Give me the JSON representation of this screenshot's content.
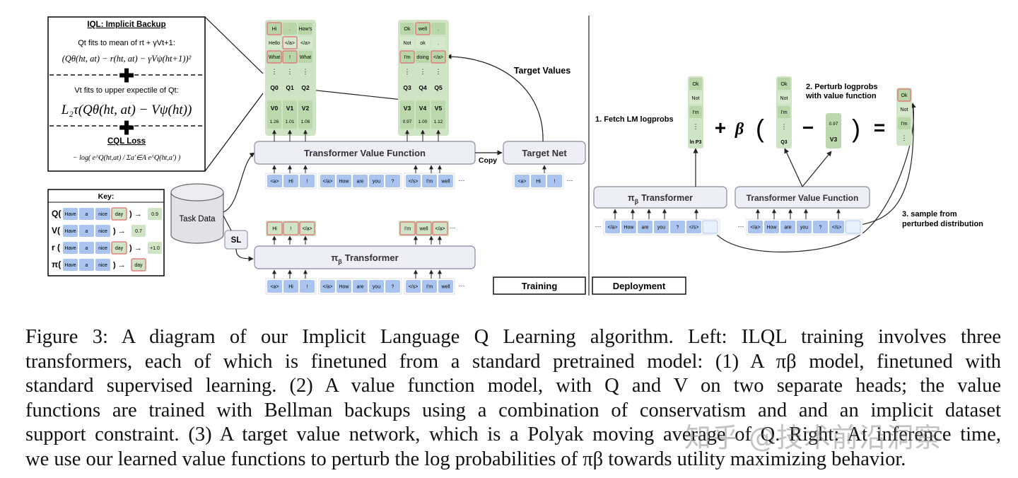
{
  "left_panel": {
    "iql_title": "IQL: Implicit Backup",
    "q_fit": "Qt fits to mean of rt + γVt+1:",
    "q_formula": "(Qθ(ht, at) − r(ht, at) − γVψ(ht+1))²",
    "v_fit": "Vt fits to upper expectile of Qt:",
    "v_formula": "L₂τ(Qθ(ht, at) − Vψ(ht))",
    "cql_title": "CQL Loss",
    "cql_formula": "− log( e^Q(ht,at) / Σa′∈A e^Q(ht,a′) )"
  },
  "key": {
    "title": "Key:",
    "rows": [
      {
        "label": "Q(",
        "tokens": [
          "Have",
          "a",
          "nice",
          "day"
        ],
        "arrow": ") →",
        "value": "0.9"
      },
      {
        "label": "V(",
        "tokens": [
          "Have",
          "a",
          "nice"
        ],
        "arrow": ") →",
        "value": "0.7"
      },
      {
        "label": "r (",
        "tokens": [
          "Have",
          "a",
          "nice",
          "day"
        ],
        "arrow": ") →",
        "value": "+1.0"
      },
      {
        "label": "π(",
        "tokens": [
          "Have",
          "a",
          "nice"
        ],
        "arrow": ") →",
        "value": "day"
      }
    ]
  },
  "training": {
    "task_data": "Task Data",
    "sl": "SL",
    "value_fn": "Transformer Value Function",
    "target_net": "Target Net",
    "copy": "Copy",
    "target_values": "Target Values",
    "policy_name": "Transformer",
    "policy_symbol": "π",
    "policy_sub": "β",
    "label": "Training",
    "q_cols_a": [
      [
        "Hi",
        "Hello",
        "What",
        "⋮",
        "Q0"
      ],
      [
        ".",
        "</a>",
        "!",
        "⋮",
        "Q1"
      ],
      [
        "How's",
        "</a>",
        "What",
        "⋮",
        "Q2"
      ]
    ],
    "q_cols_b": [
      [
        "Ok",
        "Not",
        "I'm",
        "⋮",
        "Q3"
      ],
      [
        "well",
        "ok",
        "doing",
        "⋮",
        "Q4"
      ],
      [
        ".",
        ".",
        "</a>",
        "⋮",
        "Q5"
      ]
    ],
    "v_labels_a": [
      "V0",
      "V1",
      "V2"
    ],
    "v_values_a": [
      "1.26",
      "1.01",
      "1.06"
    ],
    "v_labels_b": [
      "V3",
      "V4",
      "V5"
    ],
    "v_values_b": [
      "0.97",
      "1.00",
      "1.12"
    ],
    "input_tokens": [
      [
        "<a>",
        "Hi",
        "!"
      ],
      [
        "</a>",
        "How",
        "are",
        "you",
        "?"
      ],
      [
        "</s>",
        "I'm",
        "well"
      ]
    ],
    "target_tokens": [
      "<a>",
      "Hi",
      "!"
    ],
    "policy_out_a": [
      "Hi",
      "!",
      "</a>"
    ],
    "policy_out_b": [
      "I'm",
      "well",
      "</a>"
    ],
    "ellipsis": "···"
  },
  "deployment": {
    "label": "Deployment",
    "step1": "1. Fetch LM logprobs",
    "step2a": "2. Perturb logprobs",
    "step2b": "with value function",
    "step3a": "3. sample from",
    "step3b": "perturbed distribution",
    "policy_name": "Transformer",
    "value_fn": "Transformer Value Function",
    "logprob_col": [
      "Ok",
      "Not",
      "I'm",
      "⋮",
      "ln P3"
    ],
    "q_col": [
      "Ok",
      "Not",
      "I'm",
      "⋮",
      "Q3"
    ],
    "v_value": "0.97",
    "v_label": "V3",
    "result_col": [
      "Ok",
      "Not",
      "I'm",
      "⋮"
    ],
    "plus": "+",
    "beta": "β",
    "open_paren": "(",
    "minus": "−",
    "close_paren": ")",
    "equals": "=",
    "policy_tokens": [
      "</a>",
      "How",
      "are",
      "you",
      "?",
      "</s>"
    ],
    "vf_tokens": [
      "</a>",
      "How",
      "are",
      "you",
      "?",
      "</s>"
    ],
    "ellipsis": "···"
  },
  "caption": {
    "lines": [
      "Figure 3:  A diagram of our Implicit Language Q Learning algorithm.  Left:  ILQL training involves three",
      "transformers, each of which is finetuned from a standard pretrained model: (1) A πβ model, finetuned with",
      "standard supervised learning.  (2) A value function model, with Q and V on two separate heads; the value",
      "functions are trained with Bellman backups using a combination of conservatism and and an implicit dataset",
      "support constraint. (3) A target value network, which is a Polyak moving average of Q. Right: At inference time,",
      "we use our learned value functions to perturb the log probabilities of πβ towards utility maximizing behavior."
    ]
  },
  "watermark": "知乎 @技术前沿洞察",
  "colors": {
    "token_blue": "#a8c4ef",
    "q_green": "#cfe3c5",
    "v_green": "#bcd9ae",
    "highlight_red": "#e07f7f",
    "box_gray": "#eeeef6",
    "box_border": "#9a9ab0"
  }
}
